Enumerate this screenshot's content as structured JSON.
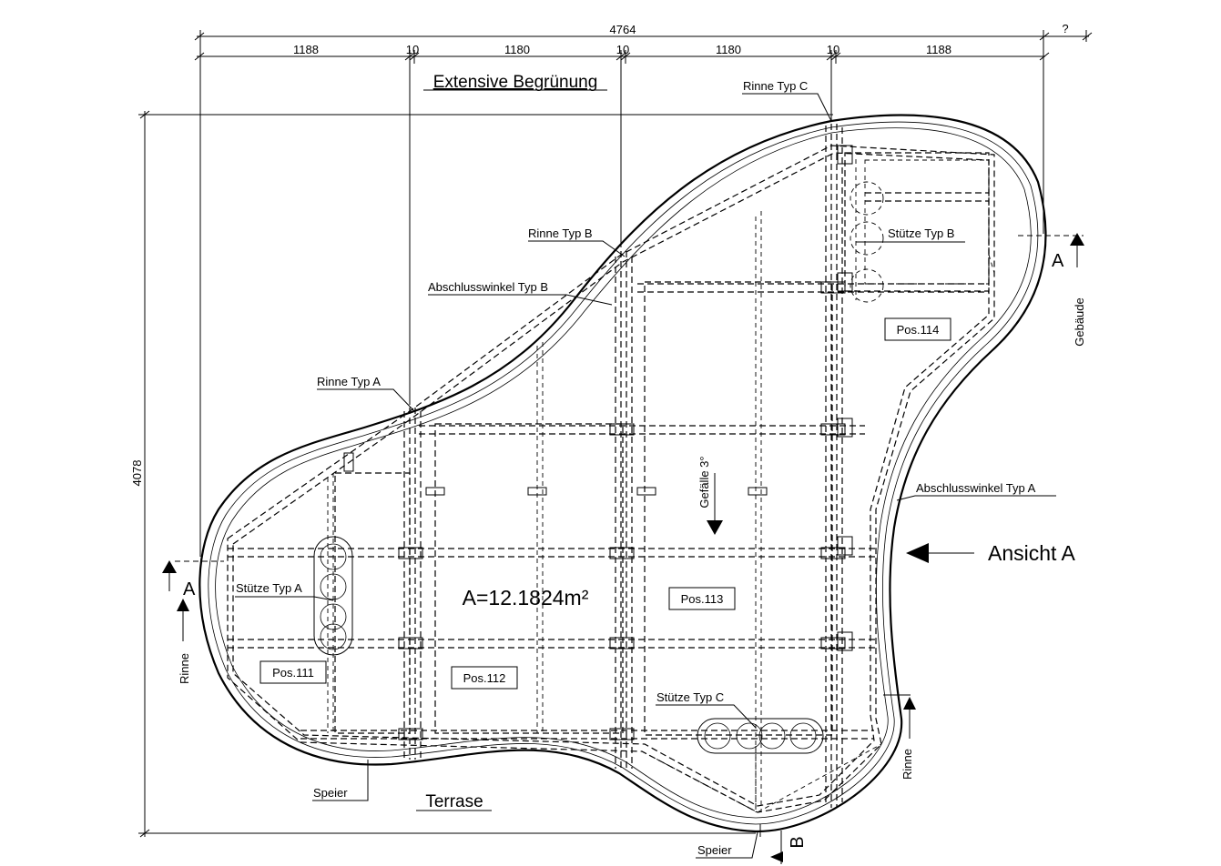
{
  "dimensions": {
    "total_width": "4764",
    "total_height": "4078",
    "unknown": "?",
    "segments": [
      "1188",
      "10",
      "1180",
      "10",
      "1180",
      "10",
      "1188"
    ]
  },
  "labels": {
    "top_area": "Extensive Begrünung",
    "bottom_area": "Terrase",
    "area": "A=12.1824m²",
    "slope": "Gefälle 3°",
    "view": "Ansicht A",
    "building": "Gebäude",
    "gutter_a": "Rinne Typ A",
    "gutter_b": "Rinne Typ B",
    "gutter_c": "Rinne Typ C",
    "end_angle_a": "Abschlusswinkel Typ A",
    "end_angle_b": "Abschlusswinkel Typ B",
    "support_a": "Stütze Typ A",
    "support_b": "Stütze Typ B",
    "support_c": "Stütze Typ C",
    "spout_left": "Speier",
    "spout_bottom": "Speier",
    "gutter_left": "Rinne",
    "gutter_right": "Rinne",
    "section_a_left": "A",
    "section_a_right": "A",
    "section_b": "B"
  },
  "positions": [
    "Pos.111",
    "Pos.112",
    "Pos.113",
    "Pos.114"
  ]
}
